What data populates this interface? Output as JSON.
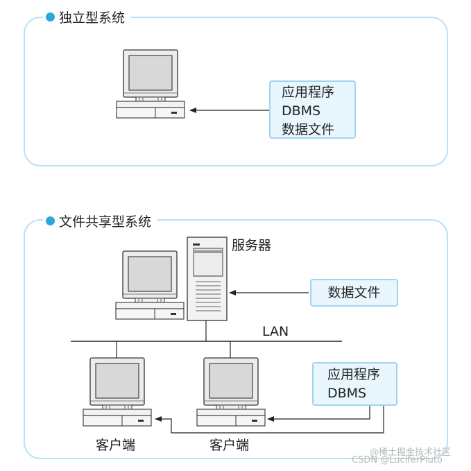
{
  "standalone": {
    "title": "独立型系统",
    "callout": [
      "应用程序",
      "DBMS",
      "数据文件"
    ]
  },
  "shared": {
    "title": "文件共享型系统",
    "server_label": "服务器",
    "datafile_callout": "数据文件",
    "lan_label": "LAN",
    "app_callout": [
      "应用程序",
      "DBMS"
    ],
    "client_labels": [
      "客户端",
      "客户端"
    ]
  },
  "watermark": {
    "line1": "@稀土掘金技术社区",
    "line2": "CSDN @LuciferPluto"
  },
  "colors": {
    "panel_border": "#b7e2f4",
    "dot": "#29a8e0",
    "callout_fill": "#e8f6fd",
    "callout_border": "#9fd6ef"
  }
}
